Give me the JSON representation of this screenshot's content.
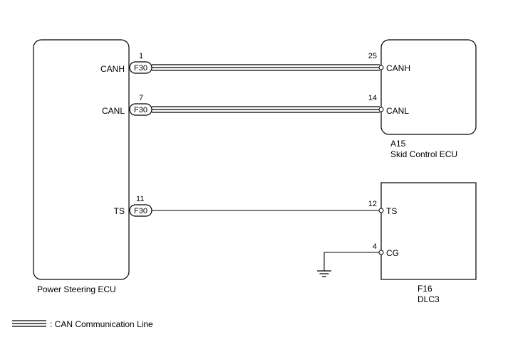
{
  "components": {
    "power_steering_ecu": {
      "name": "Power Steering ECU",
      "pins": {
        "canh": "CANH",
        "canl": "CANL",
        "ts": "TS"
      }
    },
    "skid_control_ecu": {
      "code": "A15",
      "name": "Skid Control ECU",
      "pins": {
        "canh": "CANH",
        "canl": "CANL"
      }
    },
    "dlc3": {
      "code": "F16",
      "name": "DLC3",
      "pins": {
        "ts": "TS",
        "cg": "CG"
      }
    }
  },
  "connections": [
    {
      "from_connector": "F30",
      "from_pin": "1",
      "to_pin": "25",
      "signal": "CANH",
      "line_type": "CAN"
    },
    {
      "from_connector": "F30",
      "from_pin": "7",
      "to_pin": "14",
      "signal": "CANL",
      "line_type": "CAN"
    },
    {
      "from_connector": "F30",
      "from_pin": "11",
      "to_pin": "12",
      "signal": "TS",
      "line_type": "wire"
    }
  ],
  "ground": {
    "pin": "4"
  },
  "legend": {
    "label": ": CAN Communication Line"
  }
}
